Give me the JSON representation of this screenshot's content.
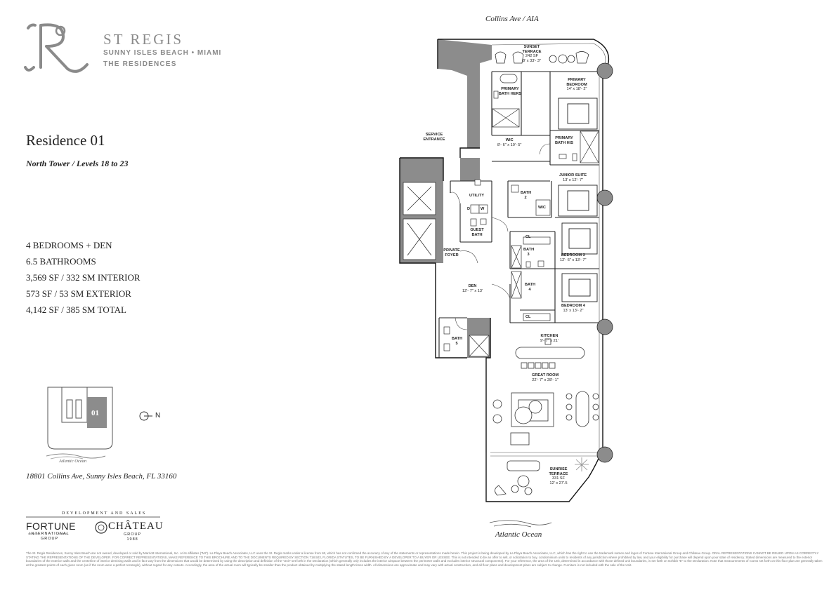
{
  "brand": {
    "name": "ST REGIS",
    "subtitle": "SUNNY ISLES BEACH • MIAMI",
    "subtitle2": "THE RESIDENCES"
  },
  "residence": {
    "title": "Residence 01",
    "subtitle": "North Tower / Levels 18 to 23"
  },
  "stats": [
    "4 BEDROOMS + DEN",
    "6.5 BATHROOMS",
    "3,569 SF / 332 SM INTERIOR",
    "573 SF / 53 SM EXTERIOR",
    "4,142 SF / 385 SM TOTAL"
  ],
  "key_plan": {
    "unit": "01",
    "ocean": "Atlantic Ocean",
    "north": "N"
  },
  "address": "18801 Collins Ave, Sunny Isles Beach, FL 33160",
  "developers": {
    "label": "DEVELOPMENT AND SALES",
    "fortune": "FORTUNE",
    "fortune_sub1": "INTERNATIONAL",
    "fortune_sub2": "GROUP",
    "chateau": "CHÂTEAU",
    "chateau_sub1": "GROUP",
    "chateau_sub2": "1988"
  },
  "plan": {
    "road": "Collins Ave / AIA",
    "ocean": "Atlantic Ocean",
    "rooms": {
      "sunset": {
        "name": "SUNSET TERRACE",
        "area": "242 SF",
        "dim": "8' x 33'- 3\""
      },
      "primary_bedroom": {
        "name": "PRIMARY BEDROOM",
        "dim": "14' x 18'- 2\""
      },
      "primary_bath_hers": {
        "name": "PRIMARY BATH HERS"
      },
      "wic": {
        "name": "WIC",
        "dim": "8'- 6\" x 10'- 5\""
      },
      "primary_bath_his": {
        "name": "PRIMARY BATH HIS"
      },
      "service": {
        "name": "SERVICE ENTRANCE"
      },
      "junior_suite": {
        "name": "JUNIOR SUITE",
        "dim": "13' x 12'- 7\""
      },
      "bath2": {
        "name": "BATH 2"
      },
      "wic2": {
        "name": "WIC"
      },
      "utility": {
        "name": "UTILITY"
      },
      "dryer": "D",
      "washer": "W",
      "guest_bath": {
        "name": "GUEST BATH"
      },
      "cl1": "CL",
      "bath3": {
        "name": "BATH 3"
      },
      "bedroom3": {
        "name": "BEDROOM 3",
        "dim": "12'- 6\" x 13'- 7\""
      },
      "private_foyer": {
        "name": "PRIVATE FOYER"
      },
      "den": {
        "name": "DEN",
        "dim": "12'- 7\" x 13'"
      },
      "bath4": {
        "name": "BATH 4"
      },
      "bedroom4": {
        "name": "BEDROOM 4",
        "dim": "13' x 13'- 2\""
      },
      "cl2": "CL",
      "bath5": {
        "name": "BATH 5"
      },
      "kitchen": {
        "name": "KITCHEN",
        "dim": "9'- 7\" x 21'"
      },
      "great_room": {
        "name": "GREAT ROOM",
        "dim": "22'- 7\" x 28'- 1\""
      },
      "sunrise": {
        "name": "SUNRISE TERRACE",
        "area": "331 SF",
        "dim": "12' x 27'.5"
      }
    }
  },
  "disclaimer": "The St. Regis Residences, Sunny Isles Beach are not owned, developed or sold by Marriott International, Inc. or its affiliates (\"MI\"). La Playa Beach Associates, LLC uses the St. Regis marks under a license from MI, which has not confirmed the accuracy of any of the statements or representations made herein. This project is being developed by La Playa Beach Associates, LLC, which has the right to use the trademark names and logos of Fortune International Group and Château Group. ORAL REPRESENTATIONS CANNOT BE RELIED UPON AS CORRECTLY STATING THE REPRESENTATIONS OF THE DEVELOPER. FOR CORRECT REPRESENTATIONS, MAKE REFERENCE TO THIS BROCHURE AND TO THE DOCUMENTS REQUIRED BY SECTION 718.503, FLORIDA STATUTES, TO BE FURNISHED BY A DEVELOPER TO A BUYER OR LESSEE. This is not intended to be an offer to sell, or solicitation to buy, condominium units to residents of any jurisdiction where prohibited by law, and your eligibility for purchase will depend upon your state of residency. Stated dimensions are measured to the exterior boundaries of the exterior walls and the centerline of interior demising walls and in fact vary from the dimensions that would be determined by using the description and definition of the \"Unit\" set forth in the Declaration (which generally only includes the interior airspace between the perimeter walls and excludes interior structural components). For your reference, the area of the Unit, determined in accordance with those defined unit boundaries, is set forth on Exhibit \"E\" to the Declaration. Note that measurements of rooms set forth on this floor plan are generally taken at the greatest points of each given room (as if the room were a perfect rectangle), without regard for any cutouts. Accordingly, the area of the actual room will typically be smaller than the product obtained by multiplying the stated length times width. All dimensions are approximate and may vary with actual construction, and all floor plans and development plans are subject to change. Furniture is not included with the sale of the Unit."
}
